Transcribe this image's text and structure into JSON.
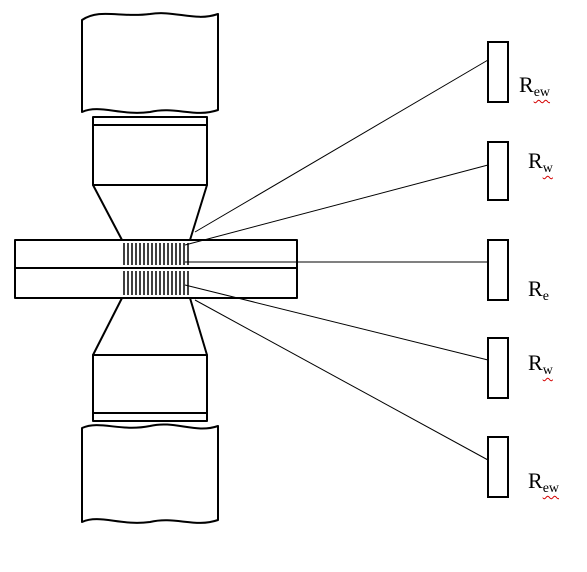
{
  "colors": {
    "stroke": "#000000",
    "background": "#ffffff",
    "spellcheck_underline": "#d40000"
  },
  "labels": [
    {
      "main": "R",
      "sub": "ew",
      "spellcheck": true
    },
    {
      "main": "R",
      "sub": "w",
      "spellcheck": true
    },
    {
      "main": "R",
      "sub": "e",
      "spellcheck": false
    },
    {
      "main": "R",
      "sub": "w",
      "spellcheck": true
    },
    {
      "main": "R",
      "sub": "ew",
      "spellcheck": true
    }
  ]
}
